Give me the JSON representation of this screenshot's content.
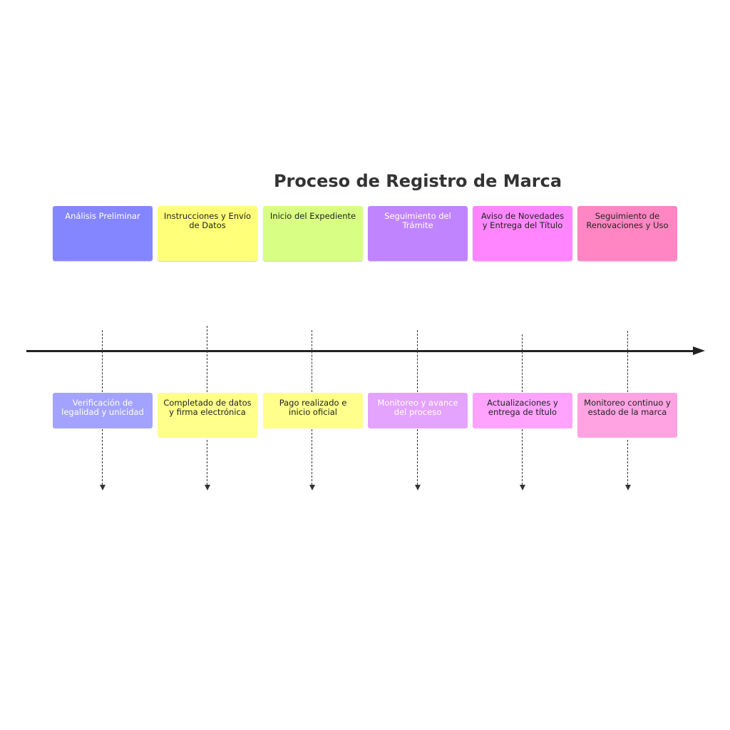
{
  "title": "Proceso de Registro de Marca",
  "phases": [
    {
      "label": "Análisis Preliminar",
      "color": "#8486ff",
      "text_color": "#ffffff"
    },
    {
      "label": "Instrucciones y Envío de Datos",
      "color": "#ffff7a",
      "text_color": "#222222"
    },
    {
      "label": "Inicio del Expediente",
      "color": "#d8ff84",
      "text_color": "#222222"
    },
    {
      "label": "Seguimiento del Trámite",
      "color": "#c184ff",
      "text_color": "#ffffff"
    },
    {
      "label": "Aviso de Novedades y Entrega del Título",
      "color": "#ff86ff",
      "text_color": "#222222"
    },
    {
      "label": "Seguimiento de Renovaciones y Uso",
      "color": "#ff86c2",
      "text_color": "#222222"
    }
  ],
  "details": [
    {
      "label": "Verificación de legalidad y unicidad",
      "color": "#a3a3ff",
      "text_color": "#ffffff"
    },
    {
      "label": "Completado de datos y firma electrónica",
      "color": "#ffff8c",
      "text_color": "#222222"
    },
    {
      "label": "Pago realizado e inicio oficial",
      "color": "#ffff8c",
      "text_color": "#222222"
    },
    {
      "label": "Monitoreo y avance del proceso",
      "color": "#e3a3ff",
      "text_color": "#ffffff"
    },
    {
      "label": "Actualizaciones y entrega de título",
      "color": "#ffa3ff",
      "text_color": "#222222"
    },
    {
      "label": "Monitoreo continuo y estado de la marca",
      "color": "#ffa3e3",
      "text_color": "#222222"
    }
  ]
}
